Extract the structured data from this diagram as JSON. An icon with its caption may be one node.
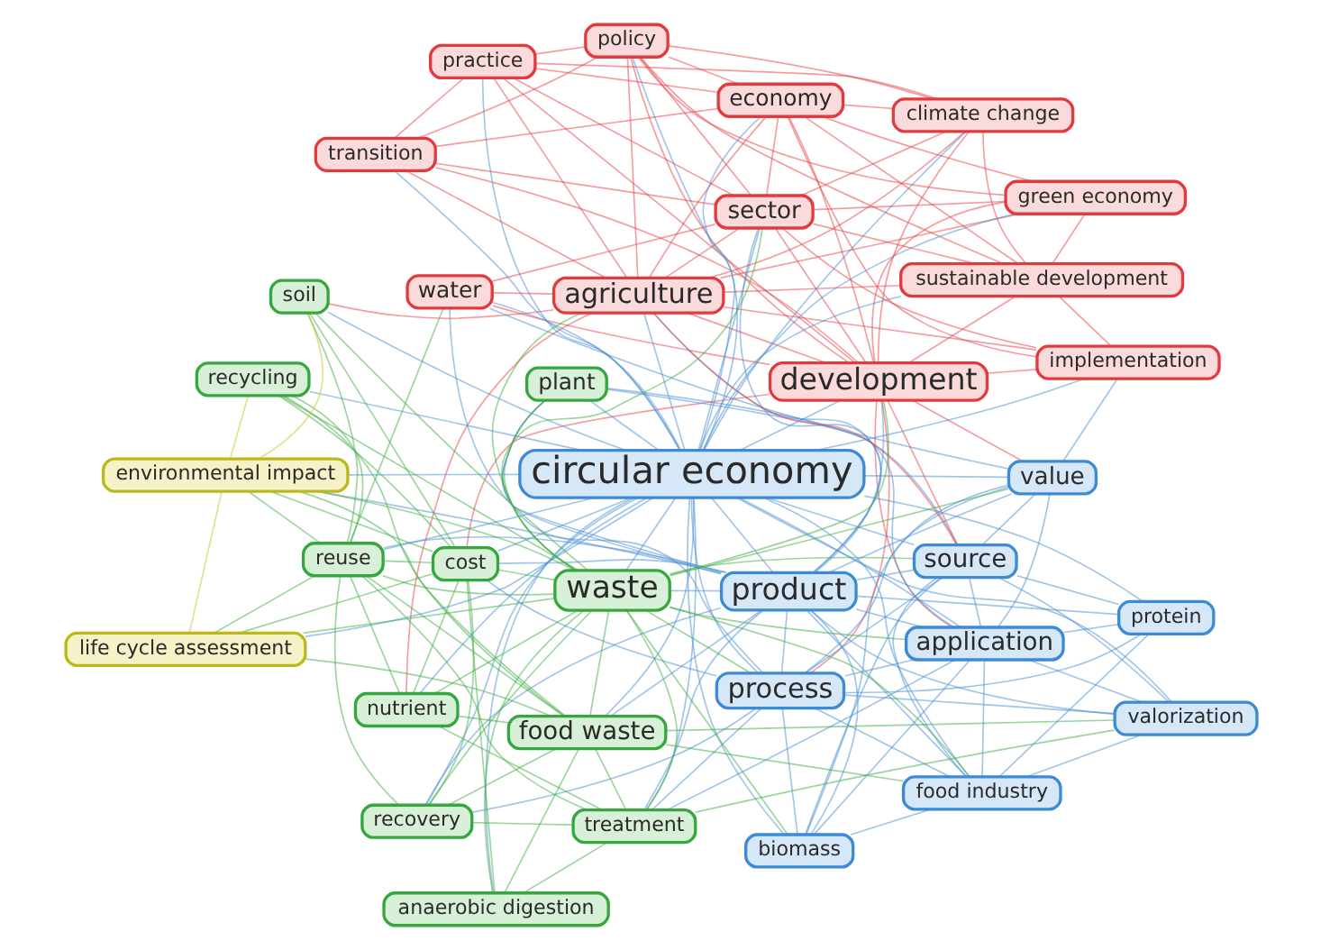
{
  "diagram": {
    "nodes": [
      {
        "text": [
          "food industry"
        ]
      },
      {
        "text": [
          "source"
        ]
      },
      {
        "text": [
          "protein"
        ]
      },
      {
        "text": [
          "biomass"
        ]
      },
      {
        "text": [
          "implementation"
        ]
      },
      {
        "text": [
          "value"
        ]
      },
      {
        "text": [
          "valorization"
        ]
      },
      {
        "text": [
          "development"
        ]
      },
      {
        "text": [
          "application"
        ]
      },
      {
        "text": [
          "sustainable development"
        ]
      },
      {
        "text": [
          "process"
        ]
      },
      {
        "text": [
          "water"
        ]
      },
      {
        "text": [
          "green economy"
        ]
      },
      {
        "text": [
          "plant"
        ]
      },
      {
        "text": [
          "product"
        ]
      },
      {
        "text": [
          "agriculture"
        ]
      },
      {
        "text": [
          "climate change"
        ]
      },
      {
        "text": [
          "treatment"
        ]
      },
      {
        "text": [
          "circular economy"
        ]
      },
      {
        "text": [
          "recovery"
        ]
      },
      {
        "text": [
          "waste"
        ]
      },
      {
        "text": [
          "sector"
        ]
      },
      {
        "text": [
          "economy"
        ]
      },
      {
        "text": [
          "cost"
        ]
      },
      {
        "text": [
          "policy"
        ]
      },
      {
        "text": [
          "nutrient"
        ]
      },
      {
        "text": [
          "reuse"
        ]
      },
      {
        "text": [
          "practice"
        ]
      },
      {
        "text": [
          "soil"
        ]
      },
      {
        "text": [
          "anaerobic digestion"
        ]
      },
      {
        "text": [
          "transition"
        ]
      },
      {
        "text": [
          "food waste"
        ]
      },
      {
        "text": [
          "life cycle assessment"
        ]
      },
      {
        "text": [
          "environmental impact"
        ]
      },
      {
        "text": [
          "recycling"
        ]
      }
    ],
    "edges": [
      {
        "from": 18,
        "to": 0,
        "arrow": "none"
      },
      {
        "from": 18,
        "to": 1,
        "arrow": "none"
      },
      {
        "from": 18,
        "to": 2,
        "arrow": "none"
      },
      {
        "from": 18,
        "to": 3,
        "arrow": "none"
      },
      {
        "from": 18,
        "to": 4,
        "arrow": "none"
      },
      {
        "from": 18,
        "to": 5,
        "arrow": "none"
      },
      {
        "from": 18,
        "to": 6,
        "arrow": "none"
      },
      {
        "from": 18,
        "to": 7,
        "arrow": "none"
      },
      {
        "from": 18,
        "to": 8,
        "arrow": "none"
      },
      {
        "from": 18,
        "to": 9,
        "arrow": "none"
      },
      {
        "from": 18,
        "to": 10,
        "arrow": "none"
      },
      {
        "from": 18,
        "to": 11,
        "arrow": "none"
      },
      {
        "from": 18,
        "to": 12,
        "arrow": "none"
      },
      {
        "from": 18,
        "to": 13,
        "arrow": "none"
      },
      {
        "from": 18,
        "to": 14,
        "arrow": "none"
      },
      {
        "from": 18,
        "to": 15,
        "arrow": "none"
      },
      {
        "from": 18,
        "to": 16,
        "arrow": "none"
      },
      {
        "from": 18,
        "to": 17,
        "arrow": "none"
      },
      {
        "from": 18,
        "to": 19,
        "arrow": "none"
      },
      {
        "from": 18,
        "to": 20,
        "arrow": "none"
      },
      {
        "from": 18,
        "to": 21,
        "arrow": "none"
      },
      {
        "from": 18,
        "to": 22,
        "arrow": "none"
      },
      {
        "from": 18,
        "to": 23,
        "arrow": "none"
      },
      {
        "from": 18,
        "to": 24,
        "arrow": "none"
      },
      {
        "from": 18,
        "to": 25,
        "arrow": "none"
      },
      {
        "from": 18,
        "to": 26,
        "arrow": "none"
      },
      {
        "from": 18,
        "to": 27,
        "arrow": "none"
      },
      {
        "from": 18,
        "to": 28,
        "arrow": "none"
      },
      {
        "from": 18,
        "to": 29,
        "arrow": "none"
      },
      {
        "from": 18,
        "to": 30,
        "arrow": "none"
      },
      {
        "from": 18,
        "to": 31,
        "arrow": "none"
      },
      {
        "from": 18,
        "to": 32,
        "arrow": "none"
      },
      {
        "from": 18,
        "to": 33,
        "arrow": "none"
      },
      {
        "from": 18,
        "to": 34,
        "arrow": "none"
      },
      {
        "from": 14,
        "to": 0,
        "arrow": "none"
      },
      {
        "from": 14,
        "to": 1,
        "arrow": "none"
      },
      {
        "from": 14,
        "to": 2,
        "arrow": "none"
      },
      {
        "from": 14,
        "to": 3,
        "arrow": "none"
      },
      {
        "from": 14,
        "to": 5,
        "arrow": "none"
      },
      {
        "from": 14,
        "to": 6,
        "arrow": "none"
      },
      {
        "from": 14,
        "to": 7,
        "arrow": "none"
      },
      {
        "from": 14,
        "to": 8,
        "arrow": "none"
      },
      {
        "from": 14,
        "to": 10,
        "arrow": "none"
      },
      {
        "from": 14,
        "to": 11,
        "arrow": "none"
      },
      {
        "from": 14,
        "to": 13,
        "arrow": "none"
      },
      {
        "from": 14,
        "to": 15,
        "arrow": "none"
      },
      {
        "from": 14,
        "to": 17,
        "arrow": "none"
      },
      {
        "from": 14,
        "to": 19,
        "arrow": "none"
      },
      {
        "from": 14,
        "to": 20,
        "arrow": "none"
      },
      {
        "from": 14,
        "to": 21,
        "arrow": "none"
      },
      {
        "from": 14,
        "to": 23,
        "arrow": "none"
      },
      {
        "from": 14,
        "to": 26,
        "arrow": "none"
      },
      {
        "from": 14,
        "to": 31,
        "arrow": "none"
      },
      {
        "from": 14,
        "to": 33,
        "arrow": "none"
      },
      {
        "from": 10,
        "to": 0,
        "arrow": "none"
      },
      {
        "from": 10,
        "to": 1,
        "arrow": "none"
      },
      {
        "from": 10,
        "to": 2,
        "arrow": "none"
      },
      {
        "from": 10,
        "to": 3,
        "arrow": "none"
      },
      {
        "from": 10,
        "to": 5,
        "arrow": "none"
      },
      {
        "from": 10,
        "to": 6,
        "arrow": "none"
      },
      {
        "from": 10,
        "to": 8,
        "arrow": "none"
      },
      {
        "from": 10,
        "to": 13,
        "arrow": "none"
      },
      {
        "from": 10,
        "to": 17,
        "arrow": "none"
      },
      {
        "from": 10,
        "to": 19,
        "arrow": "none"
      },
      {
        "from": 10,
        "to": 23,
        "arrow": "none"
      },
      {
        "from": 1,
        "to": 0,
        "arrow": "none"
      },
      {
        "from": 1,
        "to": 2,
        "arrow": "none"
      },
      {
        "from": 1,
        "to": 3,
        "arrow": "none"
      },
      {
        "from": 1,
        "to": 5,
        "arrow": "none"
      },
      {
        "from": 1,
        "to": 6,
        "arrow": "none"
      },
      {
        "from": 1,
        "to": 8,
        "arrow": "none"
      },
      {
        "from": 1,
        "to": 13,
        "arrow": "none"
      },
      {
        "from": 8,
        "to": 0,
        "arrow": "none"
      },
      {
        "from": 8,
        "to": 2,
        "arrow": "none"
      },
      {
        "from": 8,
        "to": 3,
        "arrow": "none"
      },
      {
        "from": 8,
        "to": 5,
        "arrow": "none"
      },
      {
        "from": 8,
        "to": 6,
        "arrow": "none"
      },
      {
        "from": 8,
        "to": 13,
        "arrow": "none"
      },
      {
        "from": 8,
        "to": 17,
        "arrow": "none"
      },
      {
        "from": 0,
        "to": 2,
        "arrow": "none"
      },
      {
        "from": 0,
        "to": 3,
        "arrow": "none"
      },
      {
        "from": 0,
        "to": 6,
        "arrow": "none"
      },
      {
        "from": 5,
        "to": 3,
        "arrow": "none"
      },
      {
        "from": 5,
        "to": 11,
        "arrow": "none"
      },
      {
        "from": 5,
        "to": 4,
        "arrow": "none"
      },
      {
        "from": 20,
        "to": 0,
        "arrow": "none",
        "color": "#46b04a"
      },
      {
        "from": 20,
        "to": 1,
        "arrow": "none",
        "color": "#46b04a"
      },
      {
        "from": 20,
        "to": 3,
        "arrow": "none",
        "color": "#46b04a"
      },
      {
        "from": 20,
        "to": 5,
        "arrow": "none",
        "color": "#46b04a"
      },
      {
        "from": 20,
        "to": 7,
        "arrow": "none",
        "color": "#46b04a"
      },
      {
        "from": 20,
        "to": 8,
        "arrow": "none",
        "color": "#46b04a"
      },
      {
        "from": 20,
        "to": 10,
        "arrow": "none",
        "color": "#46b04a"
      },
      {
        "from": 20,
        "to": 13,
        "arrow": "none",
        "color": "#46b04a"
      },
      {
        "from": 20,
        "to": 15,
        "arrow": "none",
        "color": "#46b04a"
      },
      {
        "from": 20,
        "to": 17,
        "arrow": "none",
        "color": "#46b04a"
      },
      {
        "from": 20,
        "to": 19,
        "arrow": "none",
        "color": "#46b04a"
      },
      {
        "from": 20,
        "to": 21,
        "arrow": "none",
        "color": "#46b04a"
      },
      {
        "from": 20,
        "to": 23,
        "arrow": "none",
        "color": "#46b04a"
      },
      {
        "from": 20,
        "to": 25,
        "arrow": "none",
        "color": "#46b04a"
      },
      {
        "from": 20,
        "to": 26,
        "arrow": "none",
        "color": "#46b04a"
      },
      {
        "from": 20,
        "to": 28,
        "arrow": "none",
        "color": "#46b04a"
      },
      {
        "from": 20,
        "to": 29,
        "arrow": "none",
        "color": "#46b04a"
      },
      {
        "from": 20,
        "to": 31,
        "arrow": "none",
        "color": "#46b04a"
      },
      {
        "from": 20,
        "to": 32,
        "arrow": "none",
        "color": "#46b04a"
      },
      {
        "from": 20,
        "to": 33,
        "arrow": "none",
        "color": "#46b04a"
      },
      {
        "from": 20,
        "to": 34,
        "arrow": "none",
        "color": "#46b04a"
      },
      {
        "from": 31,
        "to": 17,
        "arrow": "none",
        "color": "#46b04a"
      },
      {
        "from": 31,
        "to": 19,
        "arrow": "none",
        "color": "#46b04a"
      },
      {
        "from": 31,
        "to": 25,
        "arrow": "none",
        "color": "#46b04a"
      },
      {
        "from": 31,
        "to": 26,
        "arrow": "none",
        "color": "#46b04a"
      },
      {
        "from": 31,
        "to": 29,
        "arrow": "none",
        "color": "#46b04a"
      },
      {
        "from": 31,
        "to": 32,
        "arrow": "none",
        "color": "#46b04a"
      },
      {
        "from": 31,
        "to": 33,
        "arrow": "none",
        "color": "#46b04a"
      },
      {
        "from": 31,
        "to": 34,
        "arrow": "none",
        "color": "#46b04a"
      },
      {
        "from": 31,
        "to": 0,
        "arrow": "none",
        "color": "#46b04a"
      },
      {
        "from": 31,
        "to": 6,
        "arrow": "none",
        "color": "#46b04a"
      },
      {
        "from": 26,
        "to": 17,
        "arrow": "none",
        "color": "#46b04a"
      },
      {
        "from": 26,
        "to": 19,
        "arrow": "none",
        "color": "#46b04a"
      },
      {
        "from": 26,
        "to": 23,
        "arrow": "none",
        "color": "#46b04a"
      },
      {
        "from": 26,
        "to": 25,
        "arrow": "none",
        "color": "#46b04a"
      },
      {
        "from": 26,
        "to": 28,
        "arrow": "none",
        "color": "#46b04a"
      },
      {
        "from": 26,
        "to": 32,
        "arrow": "none",
        "color": "#46b04a"
      },
      {
        "from": 26,
        "to": 33,
        "arrow": "none",
        "color": "#46b04a"
      },
      {
        "from": 26,
        "to": 34,
        "arrow": "none",
        "color": "#46b04a"
      },
      {
        "from": 26,
        "to": 11,
        "arrow": "none",
        "color": "#46b04a"
      },
      {
        "from": 23,
        "to": 19,
        "arrow": "none",
        "color": "#46b04a"
      },
      {
        "from": 23,
        "to": 25,
        "arrow": "none",
        "color": "#46b04a"
      },
      {
        "from": 23,
        "to": 28,
        "arrow": "none",
        "color": "#46b04a"
      },
      {
        "from": 23,
        "to": 32,
        "arrow": "none",
        "color": "#46b04a"
      },
      {
        "from": 23,
        "to": 33,
        "arrow": "none",
        "color": "#46b04a"
      },
      {
        "from": 23,
        "to": 34,
        "arrow": "none",
        "color": "#46b04a"
      },
      {
        "from": 23,
        "to": 29,
        "arrow": "none",
        "color": "#46b04a"
      },
      {
        "from": 17,
        "to": 19,
        "arrow": "none",
        "color": "#46b04a"
      },
      {
        "from": 17,
        "to": 25,
        "arrow": "none",
        "color": "#46b04a"
      },
      {
        "from": 17,
        "to": 29,
        "arrow": "none",
        "color": "#46b04a"
      },
      {
        "from": 17,
        "to": 6,
        "arrow": "none",
        "color": "#46b04a"
      },
      {
        "from": 33,
        "to": 32,
        "arrow": "none",
        "color": "#c9c52a"
      },
      {
        "from": 33,
        "to": 34,
        "arrow": "none",
        "color": "#c9c52a"
      },
      {
        "from": 33,
        "to": 28,
        "arrow": "none",
        "color": "#c9c52a"
      },
      {
        "from": 7,
        "to": 1,
        "arrow": "none",
        "color": "#e8484c"
      },
      {
        "from": 7,
        "to": 4,
        "arrow": "none",
        "color": "#e8484c"
      },
      {
        "from": 7,
        "to": 5,
        "arrow": "none",
        "color": "#e8484c"
      },
      {
        "from": 7,
        "to": 8,
        "arrow": "none",
        "color": "#e8484c"
      },
      {
        "from": 7,
        "to": 9,
        "arrow": "none",
        "color": "#e8484c"
      },
      {
        "from": 7,
        "to": 10,
        "arrow": "none",
        "color": "#e8484c"
      },
      {
        "from": 7,
        "to": 11,
        "arrow": "none",
        "color": "#e8484c"
      },
      {
        "from": 7,
        "to": 12,
        "arrow": "none",
        "color": "#e8484c"
      },
      {
        "from": 7,
        "to": 15,
        "arrow": "none",
        "color": "#e8484c"
      },
      {
        "from": 7,
        "to": 16,
        "arrow": "none",
        "color": "#e8484c"
      },
      {
        "from": 7,
        "to": 21,
        "arrow": "none",
        "color": "#e8484c"
      },
      {
        "from": 7,
        "to": 22,
        "arrow": "none",
        "color": "#e8484c"
      },
      {
        "from": 7,
        "to": 24,
        "arrow": "none",
        "color": "#e8484c"
      },
      {
        "from": 7,
        "to": 27,
        "arrow": "none",
        "color": "#e8484c"
      },
      {
        "from": 7,
        "to": 30,
        "arrow": "none",
        "color": "#e8484c"
      },
      {
        "from": 7,
        "to": 23,
        "arrow": "none",
        "color": "#e8484c"
      },
      {
        "from": 15,
        "to": 4,
        "arrow": "none",
        "color": "#e8484c"
      },
      {
        "from": 15,
        "to": 9,
        "arrow": "none",
        "color": "#e8484c"
      },
      {
        "from": 15,
        "to": 11,
        "arrow": "none",
        "color": "#e8484c"
      },
      {
        "from": 15,
        "to": 12,
        "arrow": "none",
        "color": "#e8484c"
      },
      {
        "from": 15,
        "to": 16,
        "arrow": "none",
        "color": "#e8484c"
      },
      {
        "from": 15,
        "to": 21,
        "arrow": "none",
        "color": "#e8484c"
      },
      {
        "from": 15,
        "to": 22,
        "arrow": "none",
        "color": "#e8484c"
      },
      {
        "from": 15,
        "to": 24,
        "arrow": "none",
        "color": "#e8484c"
      },
      {
        "from": 15,
        "to": 27,
        "arrow": "none",
        "color": "#e8484c"
      },
      {
        "from": 15,
        "to": 28,
        "arrow": "none",
        "color": "#e8484c"
      },
      {
        "from": 15,
        "to": 30,
        "arrow": "none",
        "color": "#e8484c"
      },
      {
        "from": 15,
        "to": 25,
        "arrow": "none",
        "color": "#e8484c"
      },
      {
        "from": 15,
        "to": 1,
        "arrow": "none",
        "color": "#e8484c"
      },
      {
        "from": 21,
        "to": 4,
        "arrow": "none",
        "color": "#e8484c"
      },
      {
        "from": 21,
        "to": 9,
        "arrow": "none",
        "color": "#e8484c"
      },
      {
        "from": 21,
        "to": 11,
        "arrow": "none",
        "color": "#e8484c"
      },
      {
        "from": 21,
        "to": 16,
        "arrow": "none",
        "color": "#e8484c"
      },
      {
        "from": 21,
        "to": 22,
        "arrow": "none",
        "color": "#e8484c"
      },
      {
        "from": 21,
        "to": 24,
        "arrow": "none",
        "color": "#e8484c"
      },
      {
        "from": 21,
        "to": 27,
        "arrow": "none",
        "color": "#e8484c"
      },
      {
        "from": 21,
        "to": 30,
        "arrow": "none",
        "color": "#e8484c"
      },
      {
        "from": 21,
        "to": 12,
        "arrow": "none",
        "color": "#e8484c"
      },
      {
        "from": 22,
        "to": 9,
        "arrow": "none",
        "color": "#e8484c"
      },
      {
        "from": 22,
        "to": 12,
        "arrow": "none",
        "color": "#e8484c"
      },
      {
        "from": 22,
        "to": 16,
        "arrow": "none",
        "color": "#e8484c"
      },
      {
        "from": 22,
        "to": 24,
        "arrow": "none",
        "color": "#e8484c"
      },
      {
        "from": 22,
        "to": 27,
        "arrow": "none",
        "color": "#e8484c"
      },
      {
        "from": 22,
        "to": 30,
        "arrow": "none",
        "color": "#e8484c"
      },
      {
        "from": 22,
        "to": 4,
        "arrow": "none",
        "color": "#e8484c"
      },
      {
        "from": 9,
        "to": 12,
        "arrow": "none",
        "color": "#e8484c"
      },
      {
        "from": 9,
        "to": 16,
        "arrow": "none",
        "color": "#e8484c"
      },
      {
        "from": 9,
        "to": 24,
        "arrow": "none",
        "color": "#e8484c"
      },
      {
        "from": 9,
        "to": 4,
        "arrow": "none",
        "color": "#e8484c"
      },
      {
        "from": 24,
        "to": 27,
        "arrow": "none",
        "color": "#e8484c"
      },
      {
        "from": 24,
        "to": 30,
        "arrow": "none",
        "color": "#e8484c"
      },
      {
        "from": 24,
        "to": 16,
        "arrow": "none",
        "color": "#e8484c"
      },
      {
        "from": 24,
        "to": 12,
        "arrow": "none",
        "color": "#e8484c"
      },
      {
        "from": 27,
        "to": 30,
        "arrow": "none",
        "color": "#e8484c"
      },
      {
        "from": 27,
        "to": 16,
        "arrow": "none",
        "color": "#e8484c"
      }
    ]
  }
}
